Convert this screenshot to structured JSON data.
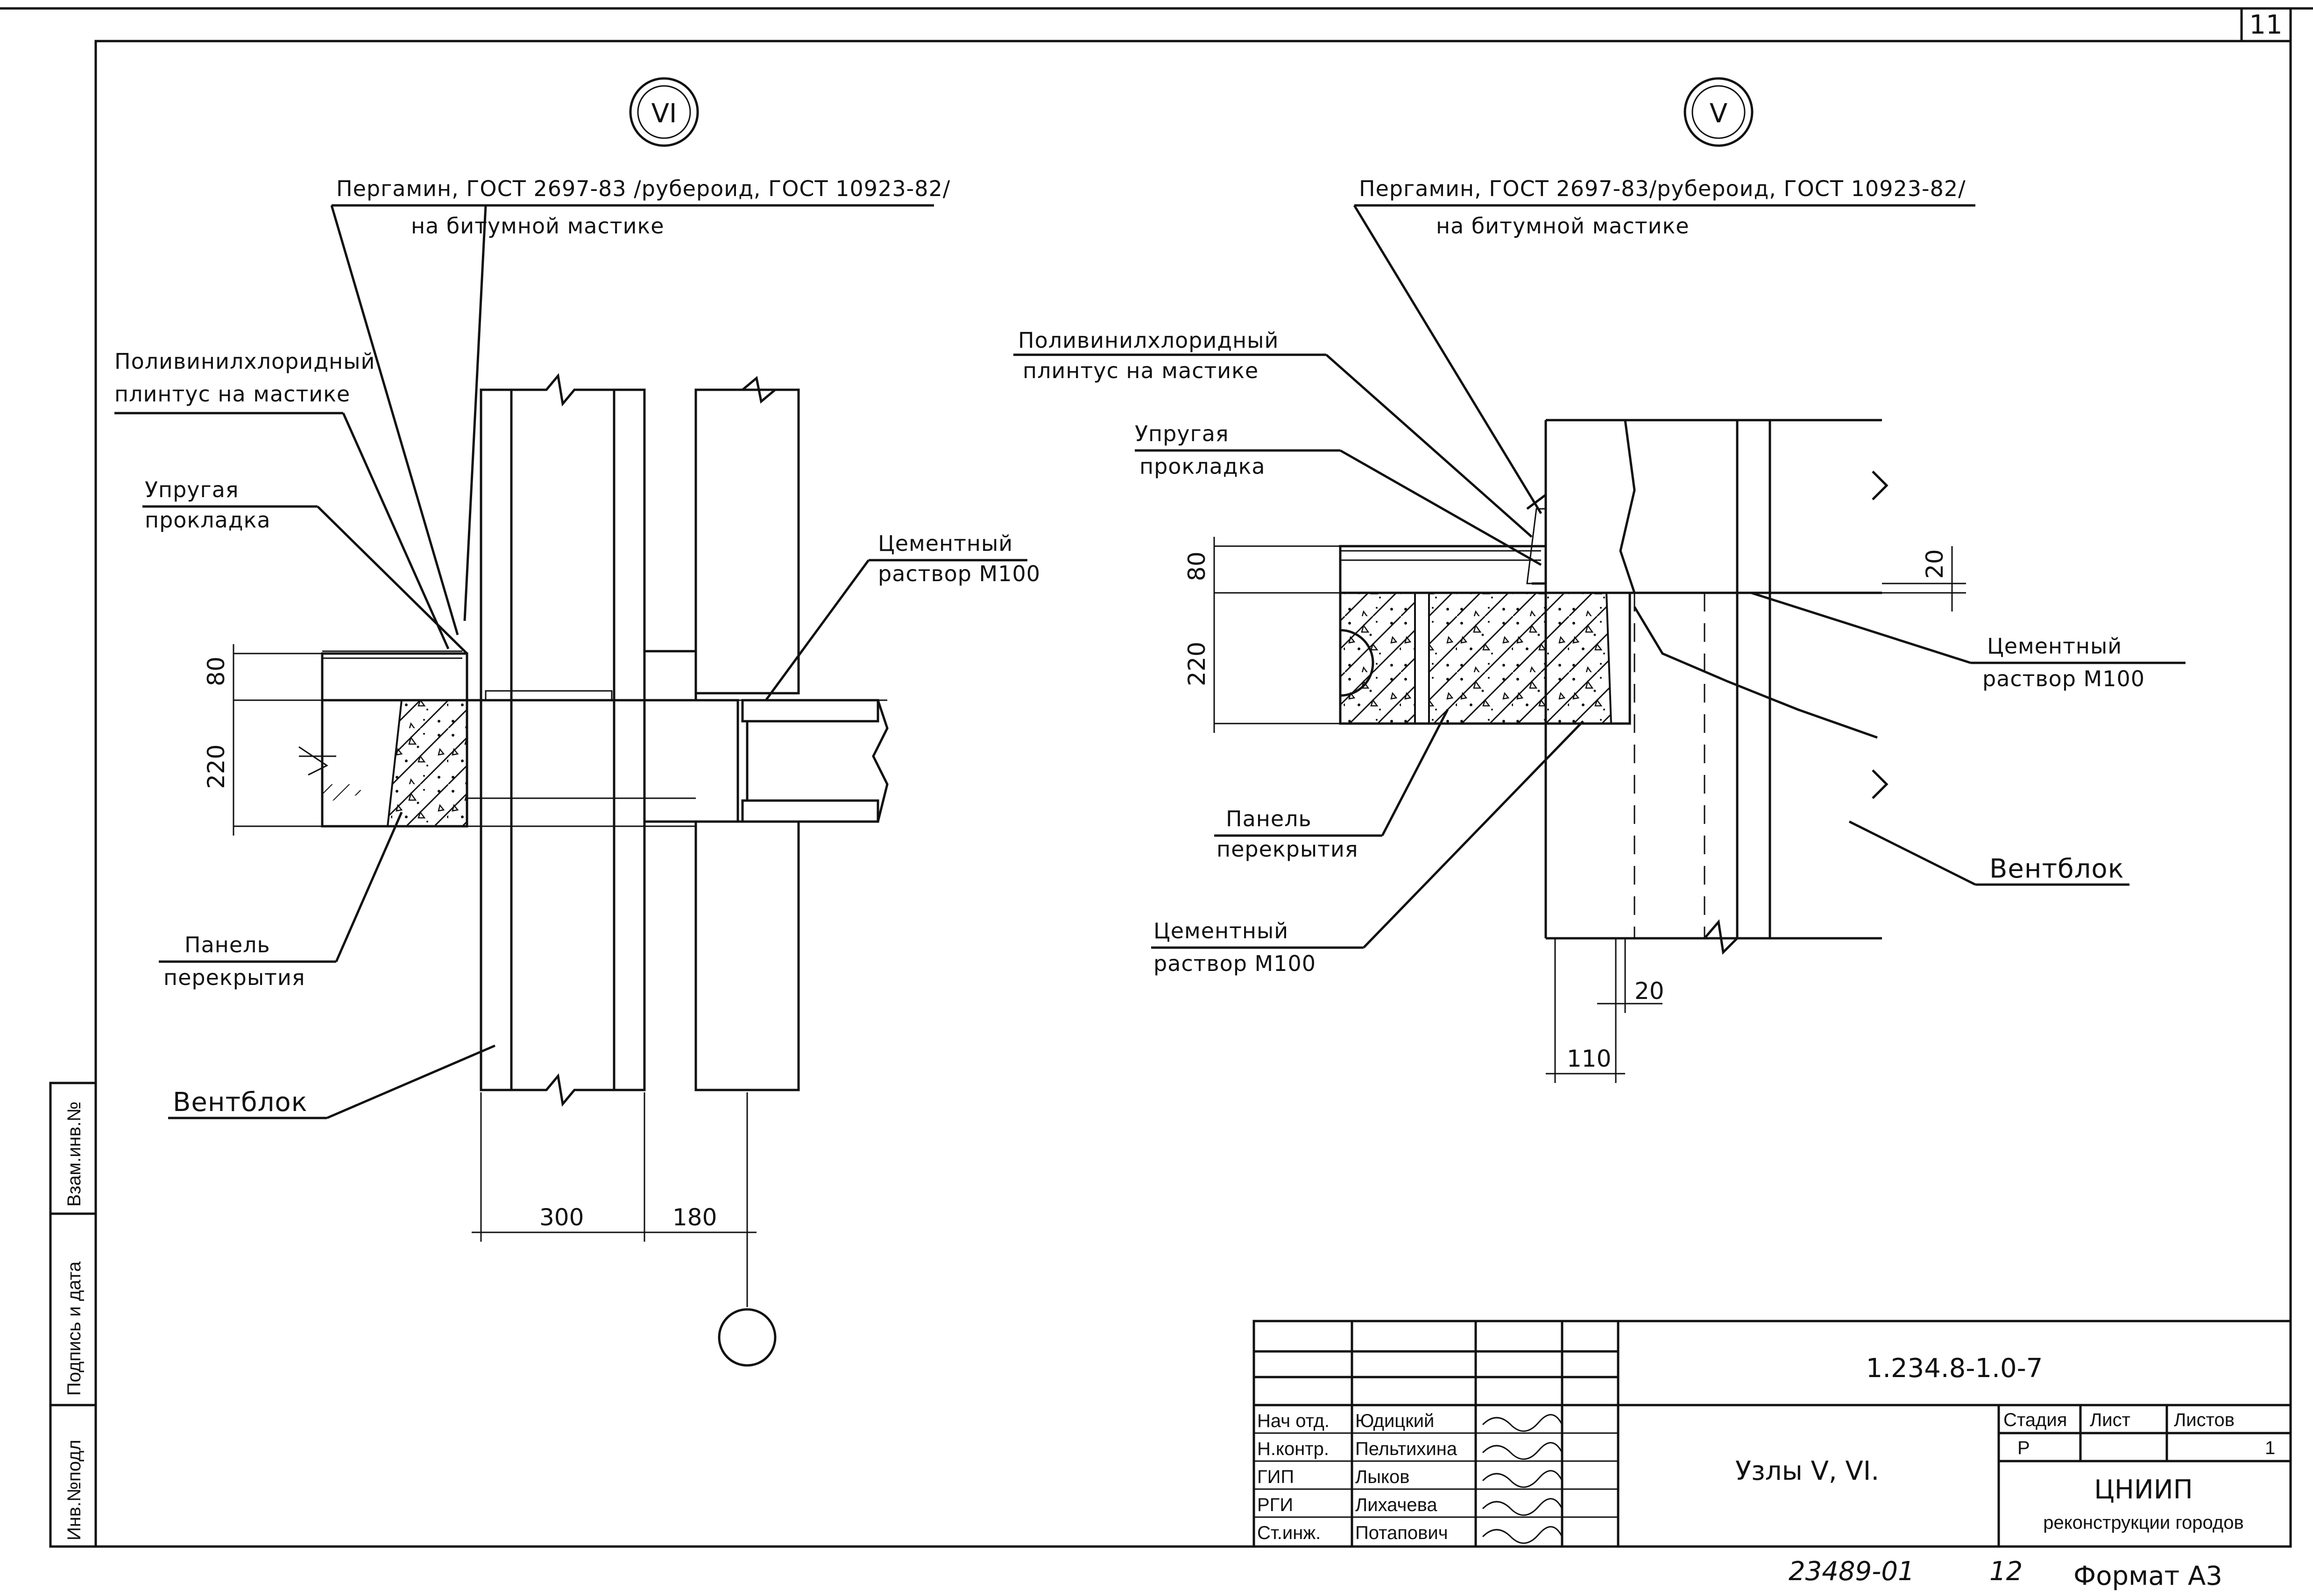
{
  "sheet": {
    "sheet_number": "11",
    "bottom_number_left": "23489-01",
    "bottom_number_right": "12",
    "format": "Формат А3"
  },
  "side_stamp": {
    "inv_podl": "Инв.№подл",
    "podpis_data": "Подпись и дата",
    "vzam_inv": "Взам.инв.№"
  },
  "node_left": {
    "marker": "VI",
    "pergamin_1": "Пергамин, ГОСТ 2697-83 /рубероид, ГОСТ 10923-82/",
    "pergamin_2": "на битумной мастике",
    "plintus_1": "Поливинилхлоридный",
    "plintus_2": "плинтус на мастике",
    "uprug_1": "Упругая",
    "uprug_2": "прокладка",
    "cement_1": "Цементный",
    "cement_2": "раствор М100",
    "panel_1": "Панель",
    "panel_2": "перекрытия",
    "ventblok": "Вентблок",
    "dim_80": "80",
    "dim_220": "220",
    "dim_300": "300",
    "dim_180": "180"
  },
  "node_right": {
    "marker": "V",
    "pergamin_1": "Пергамин, ГОСТ 2697-83/рубероид, ГОСТ 10923-82/",
    "pergamin_2": "на битумной мастике",
    "plintus_1": "Поливинилхлоридный",
    "plintus_2": "плинтус на мастике",
    "uprug_1": "Упругая",
    "uprug_2": "прокладка",
    "cement_a_1": "Цементный",
    "cement_a_2": "раствор М100",
    "panel_1": "Панель",
    "panel_2": "перекрытия",
    "cement_b_1": "Цементный",
    "cement_b_2": "раствор М100",
    "ventblok": "Вентблок",
    "dim_80": "80",
    "dim_220": "220",
    "dim_20_v": "20",
    "dim_20_h": "20",
    "dim_110": "110"
  },
  "title_block": {
    "designation": "1.234.8-1.0-7",
    "title": "Узлы V, VI.",
    "stage_hdr": "Стадия",
    "sheet_hdr": "Лист",
    "sheets_hdr": "Листов",
    "stage": "Р",
    "sheet": "",
    "sheets": "1",
    "org_1": "ЦНИИП",
    "org_2": "реконструкции городов",
    "rows": [
      {
        "role": "Нач отд.",
        "name": "Юдицкий"
      },
      {
        "role": "Н.контр.",
        "name": "Пельтихина"
      },
      {
        "role": "ГИП",
        "name": "Лыков"
      },
      {
        "role": "РГИ",
        "name": "Лихачева"
      },
      {
        "role": "Ст.инж.",
        "name": "Потапович"
      }
    ]
  }
}
